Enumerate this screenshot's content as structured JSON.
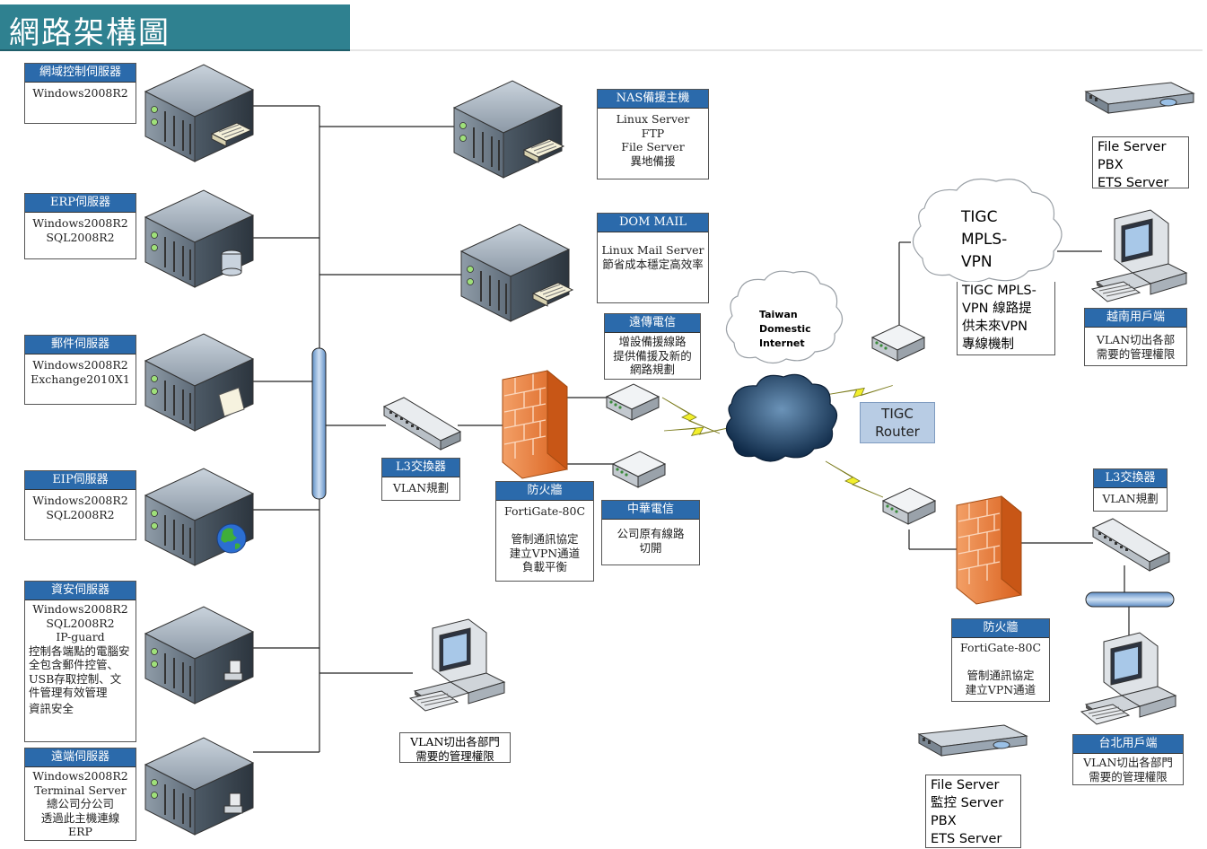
{
  "title": "網路架構圖",
  "servers_left": [
    {
      "header": "網域控制伺服器",
      "body": "Windows2008R2"
    },
    {
      "header": "ERP伺服器",
      "body": "Windows2008R2\nSQL2008R2"
    },
    {
      "header": "郵件伺服器",
      "body": "Windows2008R2\nExchange2010X1"
    },
    {
      "header": "EIP伺服器",
      "body": "Windows2008R2\nSQL2008R2"
    },
    {
      "header": "資安伺服器",
      "body": "Windows2008R2\nSQL2008R2\nIP-guard",
      "body2": "控制各端點的電腦安全包含郵件控管、USB存取控制、文件管理有效管理",
      "body3": "資訊安全"
    },
    {
      "header": "遠端伺服器",
      "body": "Windows2008R2\nTerminal Server\n總公司分公司\n透過此主機連線\nERP"
    }
  ],
  "nas": {
    "header": "NAS備援主機",
    "body": "Linux Server\nFTP\nFile Server\n異地備援"
  },
  "dom_mail": {
    "header": "DOM MAIL",
    "body": "Linux Mail Server\n節省成本穩定高效率"
  },
  "far_eastone": {
    "header": "遠傳電信",
    "body": "增設備援線路\n提供備援及新的\n網路規劃"
  },
  "cht": {
    "header": "中華電信",
    "body": "公司原有線路\n切開"
  },
  "l3_left": {
    "header": "L3交換器",
    "body": "VLAN規劃"
  },
  "firewall_left": {
    "header": "防火牆",
    "body": "FortiGate-80C\n\n管制通訊協定\n建立VPN通道\n負載平衡"
  },
  "vlan_left": "VLAN切出各部門\n需要的管理權限",
  "internet_cloud": "Taiwan\nDomestic\nInternet",
  "tigc_cloud": "TIGC\nMPLS-\nVPN",
  "tigc_desc": "TIGC MPLS-\nVPN 線路提\n供未來VPN\n專線機制",
  "tigc_router": "TIGC\nRouter",
  "vn_servers": "File Server\nPBX\nETS Server",
  "vn_user": {
    "header": "越南用戶端",
    "body": "VLAN切出各部\n需要的管理權限"
  },
  "l3_right": {
    "header": "L3交換器",
    "body": "VLAN規劃"
  },
  "firewall_right": {
    "header": "防火牆",
    "body": "FortiGate-80C\n\n管制通訊協定\n建立VPN通道"
  },
  "tp_user": {
    "header": "台北用戶端",
    "body": "VLAN切出各部門\n需要的管理權限"
  },
  "tp_servers": "File Server\n監控 Server\nPBX\nETS Server",
  "colors": {
    "header_blue": "#2b6aab",
    "title_teal": "#2f8190",
    "firewall_orange": "#e8742a",
    "bolt_yellow": "#f2ef2c"
  }
}
